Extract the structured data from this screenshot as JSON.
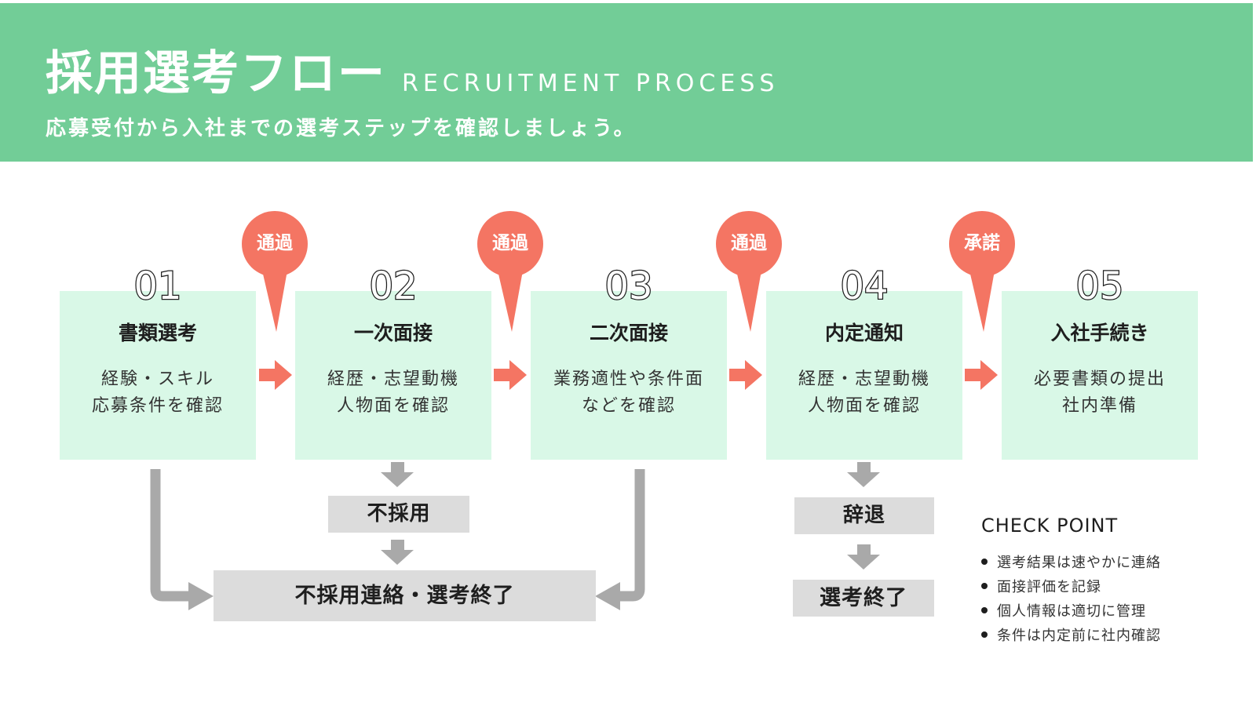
{
  "header": {
    "title": "採用選考フロー",
    "title_en": "RECRUITMENT PROCESS",
    "subtitle": "応募受付から入社までの選考ステップを確認しましょう。"
  },
  "steps": [
    {
      "num_a": "0",
      "num_b": "1",
      "title": "書類選考",
      "desc": "経験・スキル\n応募条件を確認"
    },
    {
      "num_a": "0",
      "num_b": "2",
      "title": "一次面接",
      "desc": "経歴・志望動機\n人物面を確認"
    },
    {
      "num_a": "0",
      "num_b": "3",
      "title": "二次面接",
      "desc": "業務適性や条件面\nなどを確認"
    },
    {
      "num_a": "0",
      "num_b": "4",
      "title": "内定通知",
      "desc": "経歴・志望動機\n人物面を確認"
    },
    {
      "num_a": "0",
      "num_b": "5",
      "title": "入社手続き",
      "desc": "必要書類の提出\n社内準備"
    }
  ],
  "pins": [
    "通過",
    "通過",
    "通過",
    "承諾"
  ],
  "outcomes": {
    "reject": "不採用",
    "reject_end": "不採用連絡・選考終了",
    "decline": "辞退",
    "end": "選考終了"
  },
  "checkpoint": {
    "title": "CHECK POINT",
    "items": [
      "選考結果は速やかに連絡",
      "面接評価を記録",
      "個人情報は適切に管理",
      "条件は内定前に社内確認"
    ]
  },
  "colors": {
    "header_bg": "#72cd97",
    "step_bg": "#d9f8e7",
    "accent": "#f47563",
    "gray_box": "#dcdcdc",
    "gray_arrow": "#a9a9a9"
  }
}
